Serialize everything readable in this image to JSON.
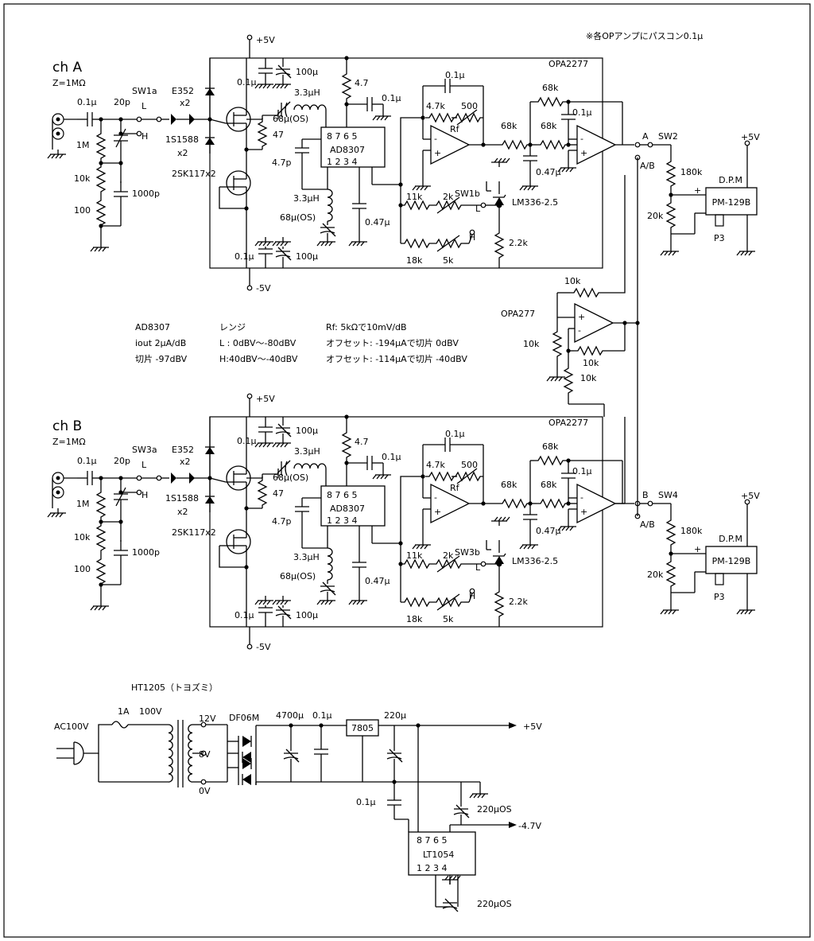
{
  "note": "※各OPアンプにパスコン0.1μ",
  "supply": {
    "pos": "+5V",
    "neg": "-5V"
  },
  "channels": [
    {
      "id": "a",
      "title": "ch A",
      "impedance": "Z=1MΩ",
      "sw_in": "SW1a",
      "sw_rng": "SW1b",
      "c_in": "0.1μ",
      "c_trim": "20p",
      "r_div": [
        "1M",
        "10k",
        "100"
      ],
      "c_div": "1000p",
      "pos_L": "L",
      "pos_H": "H",
      "diode": "E352",
      "diode_n": "x2",
      "prot": "1S1588",
      "prot_n": "x2",
      "fet": "2SK117x2",
      "c_rail_a": "0.1μ",
      "c_rail_b": "100μ",
      "c_rail_c": "0.1μ",
      "c_rail_d": "100μ",
      "r47": "4.7",
      "c_pin": "0.1μ",
      "ind_a": "3.3μH",
      "ind_b": "3.3μH",
      "c_os_a": "68μ(OS)",
      "c_os_b": "68μ(OS)",
      "r_src": "47",
      "c_fb": "4.7p",
      "ic": "AD8307",
      "pins_top": "8 7 6 5",
      "pins_bot": "1 2 3 4",
      "c_out": "0.47μ",
      "c_rf": "0.1μ",
      "r_rf": "4.7k",
      "vr_rf": "500",
      "rf": "Rf",
      "opamp": "OPA2277",
      "r_a": "68k",
      "r_b": "68k",
      "r_c": "68k",
      "c_lp_a": "0.1μ",
      "c_lp_b": "0.47μ",
      "r_off_a": "11k",
      "vr_off_a": "2k",
      "r_off_b": "18k",
      "vr_off_b": "5k",
      "ref": "LM336-2.5",
      "r_ref": "2.2k",
      "sw_out": "SW2",
      "pos_out_a": "A",
      "pos_out_b": "A/B"
    },
    {
      "id": "b",
      "title": "ch B",
      "impedance": "Z=1MΩ",
      "sw_in": "SW3a",
      "sw_rng": "SW3b",
      "c_in": "0.1μ",
      "c_trim": "20p",
      "r_div": [
        "1M",
        "10k",
        "100"
      ],
      "c_div": "1000p",
      "pos_L": "L",
      "pos_H": "H",
      "diode": "E352",
      "diode_n": "x2",
      "prot": "1S1588",
      "prot_n": "x2",
      "fet": "2SK117x2",
      "c_rail_a": "0.1μ",
      "c_rail_b": "100μ",
      "c_rail_c": "0.1μ",
      "c_rail_d": "100μ",
      "r47": "4.7",
      "c_pin": "0.1μ",
      "ind_a": "3.3μH",
      "ind_b": "3.3μH",
      "c_os_a": "68μ(OS)",
      "c_os_b": "68μ(OS)",
      "r_src": "47",
      "c_fb": "4.7p",
      "ic": "AD8307",
      "pins_top": "8 7 6 5",
      "pins_bot": "1 2 3 4",
      "c_out": "0.47μ",
      "c_rf": "0.1μ",
      "r_rf": "4.7k",
      "vr_rf": "500",
      "rf": "Rf",
      "opamp": "OPA2277",
      "r_a": "68k",
      "r_b": "68k",
      "r_c": "68k",
      "c_lp_a": "0.1μ",
      "c_lp_b": "0.47μ",
      "r_off_a": "11k",
      "vr_off_a": "2k",
      "r_off_b": "18k",
      "vr_off_b": "5k",
      "ref": "LM336-2.5",
      "r_ref": "2.2k",
      "sw_out": "SW4",
      "pos_out_a": "B",
      "pos_out_b": "A/B"
    }
  ],
  "meters": [
    {
      "supply": "+5V",
      "r_top": "180k",
      "r_bot": "20k",
      "label": "D.P.M",
      "model": "PM-129B",
      "plus": "+",
      "minus": "-",
      "pin": "P3"
    },
    {
      "supply": "+5V",
      "r_top": "180k",
      "r_bot": "20k",
      "label": "D.P.M",
      "model": "PM-129B",
      "plus": "+",
      "minus": "-",
      "pin": "P3"
    }
  ],
  "mixer": {
    "opamp": "OPA277",
    "r_top": "10k",
    "r_left": "10k",
    "r_fb": "10k",
    "r_bot": "10k"
  },
  "notes": {
    "col1": [
      "AD8307",
      "iout 2μA/dB",
      "切片 -97dBV"
    ],
    "col2": [
      "レンジ",
      "L : 0dBV～-80dBV",
      "H:40dBV～-40dBV"
    ],
    "col3": [
      "Rf: 5kΩで10mV/dB",
      "オフセット: -194μAで切片 0dBV",
      "オフセット: -114μAで切片 -40dBV"
    ]
  },
  "psu": {
    "trans": "HT1205（トヨズミ）",
    "ac": "AC100V",
    "fuse": "1A",
    "v100": "100V",
    "v12": "12V",
    "v8": "8V",
    "v0": "0V",
    "rect": "DF06M",
    "c_big": "4700μ",
    "c_a": "0.1μ",
    "reg": "7805",
    "c_220": "220μ",
    "out_pos": "+5V",
    "c_b": "0.1μ",
    "c_os": "220μOS",
    "out_neg": "-4.7V",
    "inv": "LT1054",
    "pins_top": "8 7 6 5",
    "pins_bot": "1 2 3 4",
    "c_os2": "220μOS"
  }
}
